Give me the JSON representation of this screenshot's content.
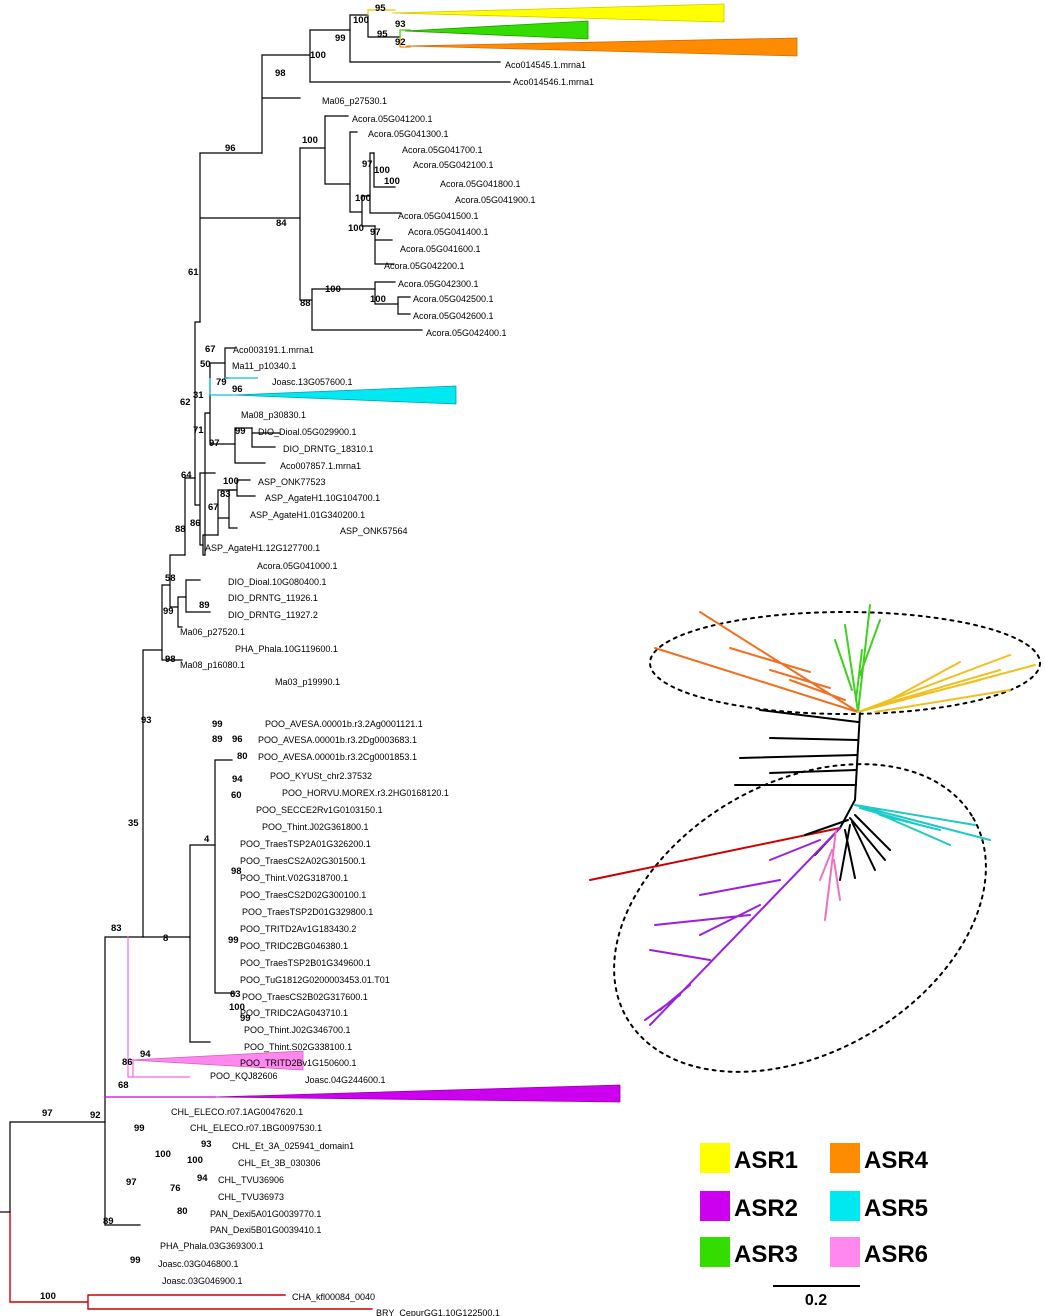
{
  "colors": {
    "ASR1": "#ffff00",
    "ASR2": "#cc00ee",
    "ASR3": "#33dd00",
    "ASR4": "#ff8c00",
    "ASR5": "#00e8f0",
    "ASR6": "#ff88ee",
    "outgroup": "#cc0000",
    "branch": "#000000"
  },
  "legend": [
    {
      "label": "ASR1",
      "color_key": "ASR1"
    },
    {
      "label": "ASR4",
      "color_key": "ASR4"
    },
    {
      "label": "ASR2",
      "color_key": "ASR2"
    },
    {
      "label": "ASR5",
      "color_key": "ASR5"
    },
    {
      "label": "ASR3",
      "color_key": "ASR3"
    },
    {
      "label": "ASR6",
      "color_key": "ASR6"
    }
  ],
  "scale_bar_label": "0.2",
  "collapsed_clades": [
    {
      "name": "ASR1",
      "color_key": "ASR1"
    },
    {
      "name": "ASR3",
      "color_key": "ASR3"
    },
    {
      "name": "ASR4",
      "color_key": "ASR4"
    },
    {
      "name": "ASR5",
      "color_key": "ASR5"
    },
    {
      "name": "ASR6",
      "color_key": "ASR6"
    },
    {
      "name": "ASR2",
      "color_key": "ASR2"
    }
  ],
  "leaves": [
    "Aco014545.1.mrna1",
    "Aco014546.1.mrna1",
    "Ma06_p27530.1",
    "Acora.05G041200.1",
    "Acora.05G041300.1",
    "Acora.05G041700.1",
    "Acora.05G042100.1",
    "Acora.05G041800.1",
    "Acora.05G041900.1",
    "Acora.05G041500.1",
    "Acora.05G041400.1",
    "Acora.05G041600.1",
    "Acora.05G042200.1",
    "Acora.05G042300.1",
    "Acora.05G042500.1",
    "Acora.05G042600.1",
    "Acora.05G042400.1",
    "Aco003191.1.mrna1",
    "Ma11_p10340.1",
    "Joasc.13G057600.1",
    "Ma08_p30830.1",
    "DIO_Dioal.05G029900.1",
    "DIO_DRNTG_18310.1",
    "Aco007857.1.mrna1",
    "ASP_ONK77523",
    "ASP_AgateH1.10G104700.1",
    "ASP_AgateH1.01G340200.1",
    "ASP_ONK57564",
    "ASP_AgateH1.12G127700.1",
    "Acora.05G041000.1",
    "DIO_Dioal.10G080400.1",
    "DIO_DRNTG_11926.1",
    "DIO_DRNTG_11927.2",
    "Ma06_p27520.1",
    "PHA_Phala.10G119600.1",
    "Ma08_p16080.1",
    "Ma03_p19990.1",
    "POO_AVESA.00001b.r3.2Ag0001121.1",
    "POO_AVESA.00001b.r3.2Dg0003683.1",
    "POO_AVESA.00001b.r3.2Cg0001853.1",
    "POO_KYUSt_chr2.37532",
    "POO_HORVU.MOREX.r3.2HG0168120.1",
    "POO_SECCE2Rv1G0103150.1",
    "POO_Thint.J02G361800.1",
    "POO_TraesTSP2A01G326200.1",
    "POO_TraesCS2A02G301500.1",
    "POO_Thint.V02G318700.1",
    "POO_TraesCS2D02G300100.1",
    "POO_TraesTSP2D01G329800.1",
    "POO_TRITD2Av1G183430.2",
    "POO_TRIDC2BG046380.1",
    "POO_TraesTSP2B01G349600.1",
    "POO_TuG1812G0200003453.01.T01",
    "POO_TraesCS2B02G317600.1",
    "POO_TRIDC2AG043710.1",
    "POO_Thint.J02G346700.1",
    "POO_Thint.S02G338100.1",
    "POO_TRITD2Bv1G150600.1",
    "POO_KQJ82606",
    "Joasc.04G244600.1",
    "CHL_ELECO.r07.1AG0047620.1",
    "CHL_ELECO.r07.1BG0097530.1",
    "CHL_Et_3A_025941_domain1",
    "CHL_Et_3B_030306",
    "CHL_TVU36906",
    "CHL_TVU36973",
    "PAN_Dexi5A01G0039770.1",
    "PAN_Dexi5B01G0039410.1",
    "PHA_Phala.03G369300.1",
    "Joasc.03G046800.1",
    "Joasc.03G046900.1",
    "CHA_kfl00084_0040",
    "BRY_CepurGG1.10G122500.1"
  ],
  "supports": [
    "95",
    "100",
    "93",
    "95",
    "92",
    "99",
    "100",
    "98",
    "96",
    "100",
    "97",
    "100",
    "100",
    "100",
    "100",
    "97",
    "84",
    "100",
    "100",
    "88",
    "61",
    "67",
    "50",
    "79",
    "96",
    "31",
    "62",
    "71",
    "99",
    "97",
    "64",
    "100",
    "83",
    "67",
    "86",
    "88",
    "58",
    "89",
    "99",
    "98",
    "93",
    "99",
    "89",
    "80",
    "96",
    "94",
    "60",
    "4",
    "98",
    "8",
    "99",
    "63",
    "100",
    "35",
    "83",
    "94",
    "86",
    "68",
    "92",
    "97",
    "99",
    "100",
    "93",
    "100",
    "94",
    "76",
    "97",
    "80",
    "89",
    "99",
    "100",
    "99"
  ]
}
